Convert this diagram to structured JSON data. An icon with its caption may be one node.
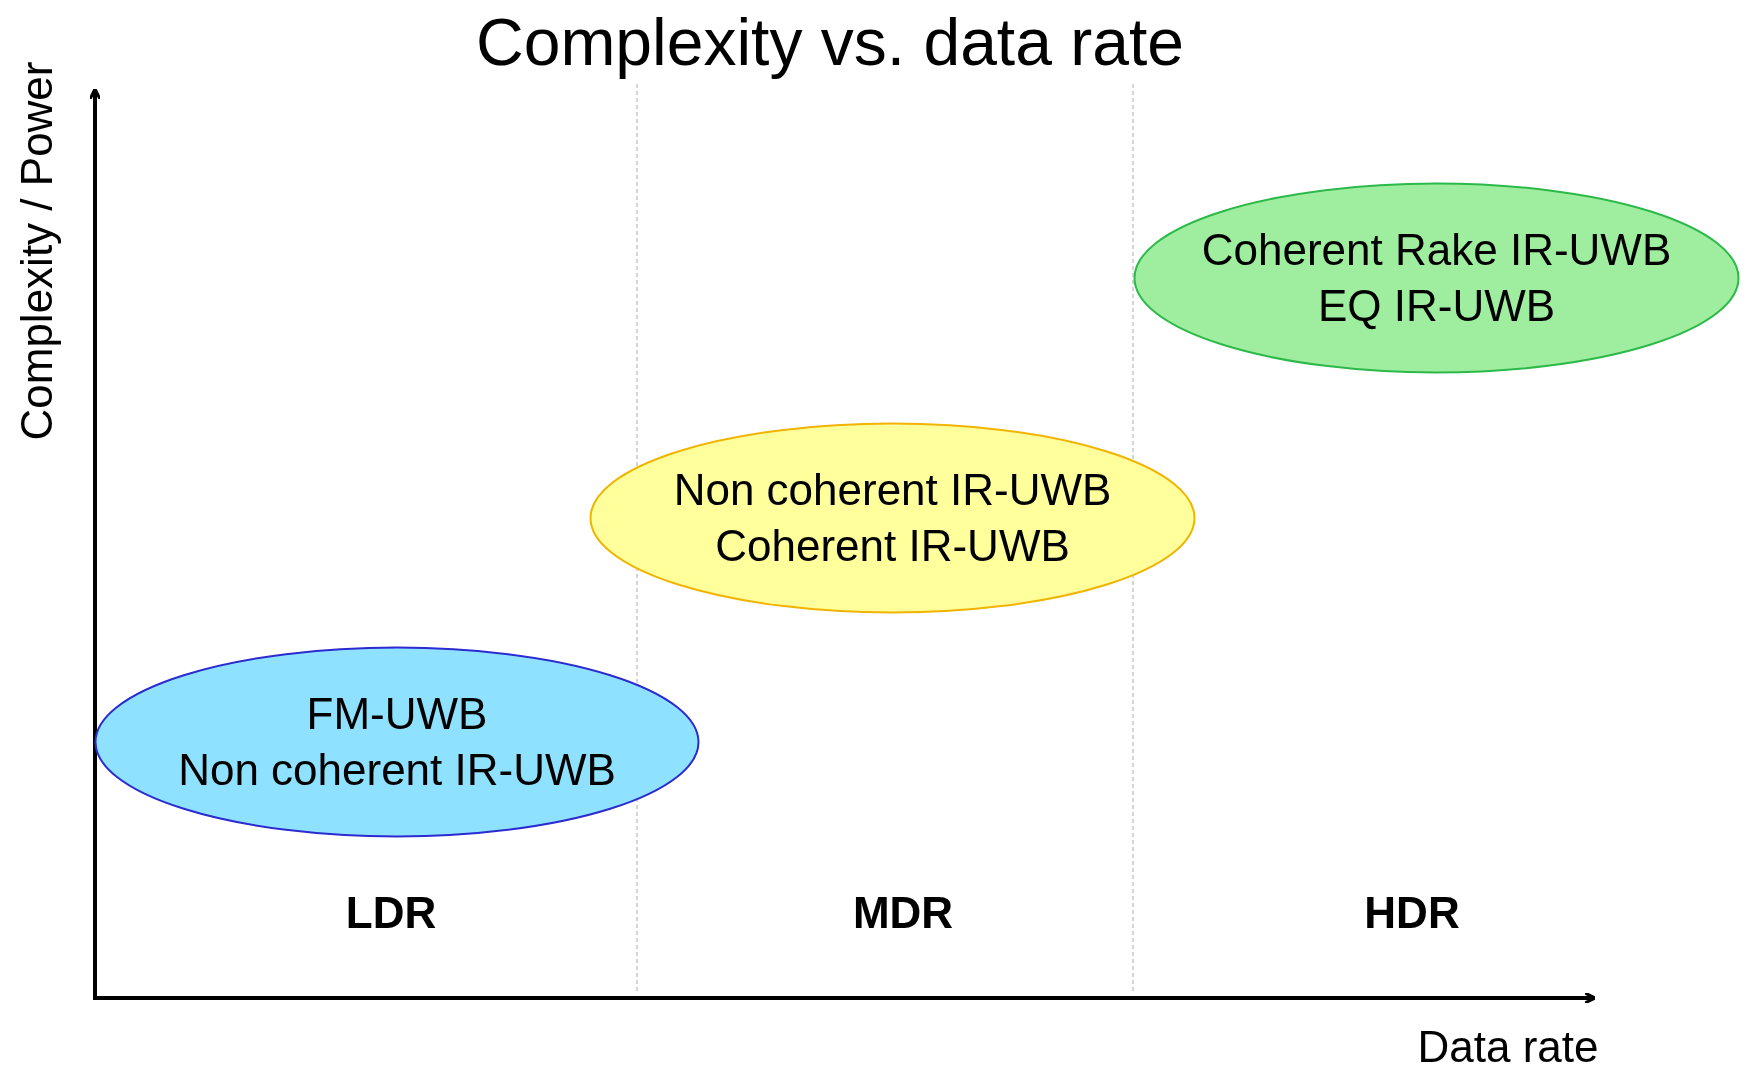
{
  "diagram": {
    "title": "Complexity vs. data rate",
    "nodes": [
      {
        "text": [
          "Coherent Rake IR-UWB",
          "EQ IR-UWB"
        ]
      },
      {
        "text": [
          "Non coherent IR-UWB",
          "Coherent IR-UWB"
        ]
      },
      {
        "text": [
          "FM-UWB",
          "Non coherent IR-UWB"
        ]
      }
    ],
    "edges": [],
    "labels": [
      "Complexity / Power",
      "LDR",
      "MDR",
      "HDR",
      "Data rate"
    ]
  }
}
